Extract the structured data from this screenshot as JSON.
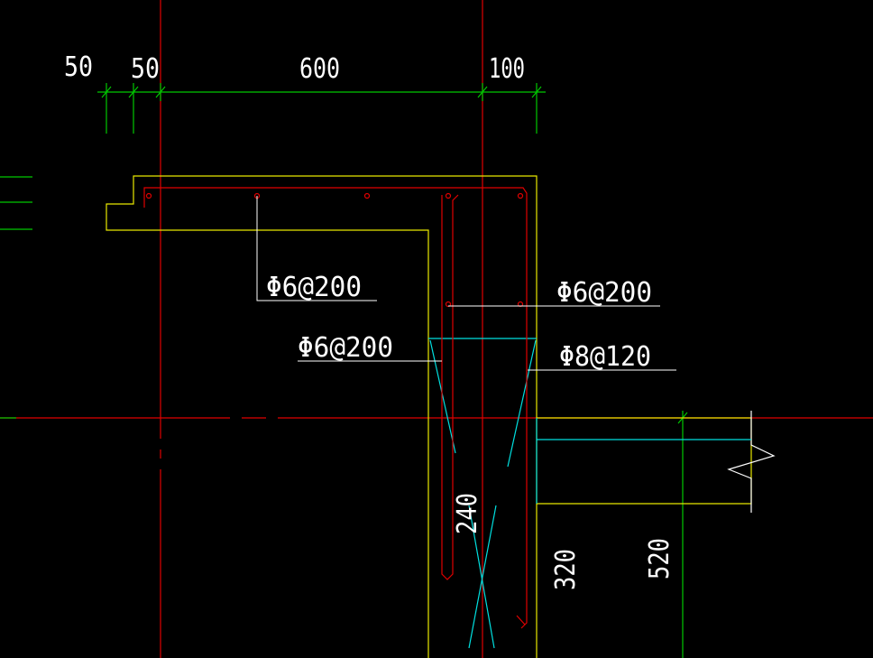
{
  "colors": {
    "background": "#000000",
    "axis": "#e00000",
    "dimension": "#00c800",
    "outline": "#e8e800",
    "rebar": "#e00000",
    "stirrup": "#00e0e0",
    "text": "#ffffff",
    "leader": "#ffffff"
  },
  "dimensions": {
    "top": [
      "50",
      "50",
      "600",
      "100"
    ],
    "vertical": [
      "240",
      "320",
      "520"
    ]
  },
  "rebar_labels": [
    "Φ6@200",
    "Φ6@200",
    "Φ6@200",
    "Φ8@120"
  ]
}
